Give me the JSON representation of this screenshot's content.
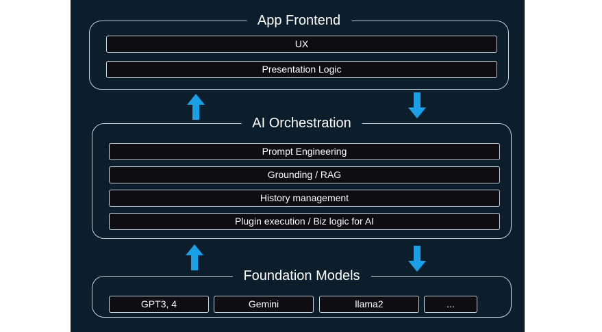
{
  "colors": {
    "background": "#0c1e2b",
    "border": "#c9d3dc",
    "bar_fill": "#0d0d12",
    "arrow": "#1aa0e6",
    "text": "#ffffff"
  },
  "frontend": {
    "title": "App Frontend",
    "layers": [
      "UX",
      "Presentation Logic"
    ]
  },
  "orchestration": {
    "title": "AI Orchestration",
    "layers": [
      "Prompt Engineering",
      "Grounding / RAG",
      "History management",
      "Plugin execution / Biz logic for AI"
    ]
  },
  "foundation": {
    "title": "Foundation Models",
    "models": [
      "GPT3, 4",
      "Gemini",
      "llama2",
      "..."
    ]
  },
  "arrows": {
    "up_icon": "arrow-up-icon",
    "down_icon": "arrow-down-icon"
  }
}
